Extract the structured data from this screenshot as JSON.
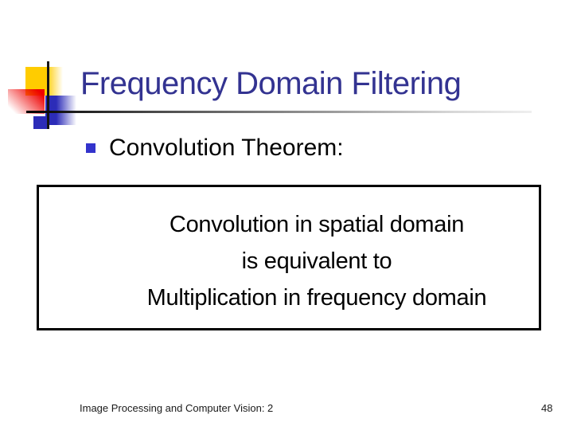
{
  "slide": {
    "title": "Frequency Domain Filtering",
    "bullet": {
      "label": "Convolution Theorem:"
    },
    "theorem_box": {
      "lines": [
        "Convolution in spatial domain",
        "is equivalent to",
        "Multiplication in frequency domain"
      ]
    },
    "footer": {
      "left": "Image Processing and Computer Vision: 2",
      "page_number": "48"
    }
  },
  "colors": {
    "title_text": "#333391",
    "bullet_square": "#3333cc",
    "accent_yellow": "#ffcc00",
    "accent_red": "#ee0000",
    "accent_blue": "#2c2cb8",
    "box_border": "#000000",
    "body_text": "#000000",
    "background": "#ffffff"
  }
}
